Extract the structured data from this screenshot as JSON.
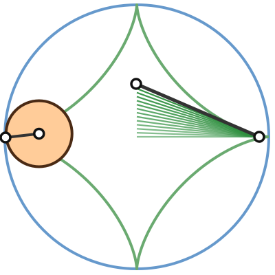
{
  "figure": {
    "kind": "astroid-hypocycloid",
    "cusps": 4,
    "radius_ratio": 0.25,
    "rolling_angle_deg": 171,
    "angle_sweep_deg": {
      "from": 0,
      "to": 22.5,
      "steps": 14
    }
  },
  "colors": {
    "outer_circle": "#6699cc",
    "astroid": "#6aaa70",
    "sweep": "#2f8f3f",
    "rolling_disc_fill": "#ffcc99",
    "rolling_disc_stroke": "#4a2a14",
    "handle_fill": "#ffffff",
    "handle_stroke": "#111111",
    "rod": "#333333"
  }
}
